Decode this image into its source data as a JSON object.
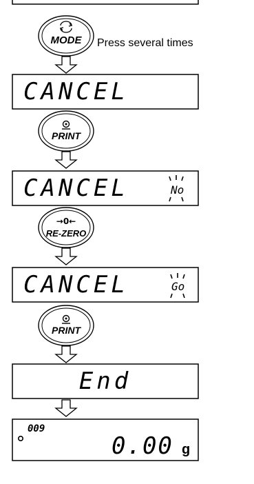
{
  "steps": [
    {
      "kind": "key",
      "id": "mode",
      "label": "MODE",
      "icon": "cycle-icon",
      "note": "Press several times"
    },
    {
      "kind": "display",
      "id": "cancel",
      "text": "CANCEL"
    },
    {
      "kind": "key",
      "id": "print-1",
      "label": "PRINT",
      "icon": "print-icon"
    },
    {
      "kind": "display",
      "id": "cancel-no",
      "text": "CANCEL",
      "blink_text": "No"
    },
    {
      "kind": "key",
      "id": "rezero",
      "label": "RE-ZERO",
      "symbol": "→0←",
      "icon": "zero-arrows-icon"
    },
    {
      "kind": "display",
      "id": "cancel-go",
      "text": "CANCEL",
      "blink_text": "Go"
    },
    {
      "kind": "key",
      "id": "print-2",
      "label": "PRINT",
      "icon": "print-icon"
    },
    {
      "kind": "display",
      "id": "end",
      "text": "End"
    },
    {
      "kind": "display",
      "id": "weight",
      "small_text": "009",
      "text": "0.00",
      "unit": "g",
      "indicator": "stable-dot-icon"
    }
  ]
}
